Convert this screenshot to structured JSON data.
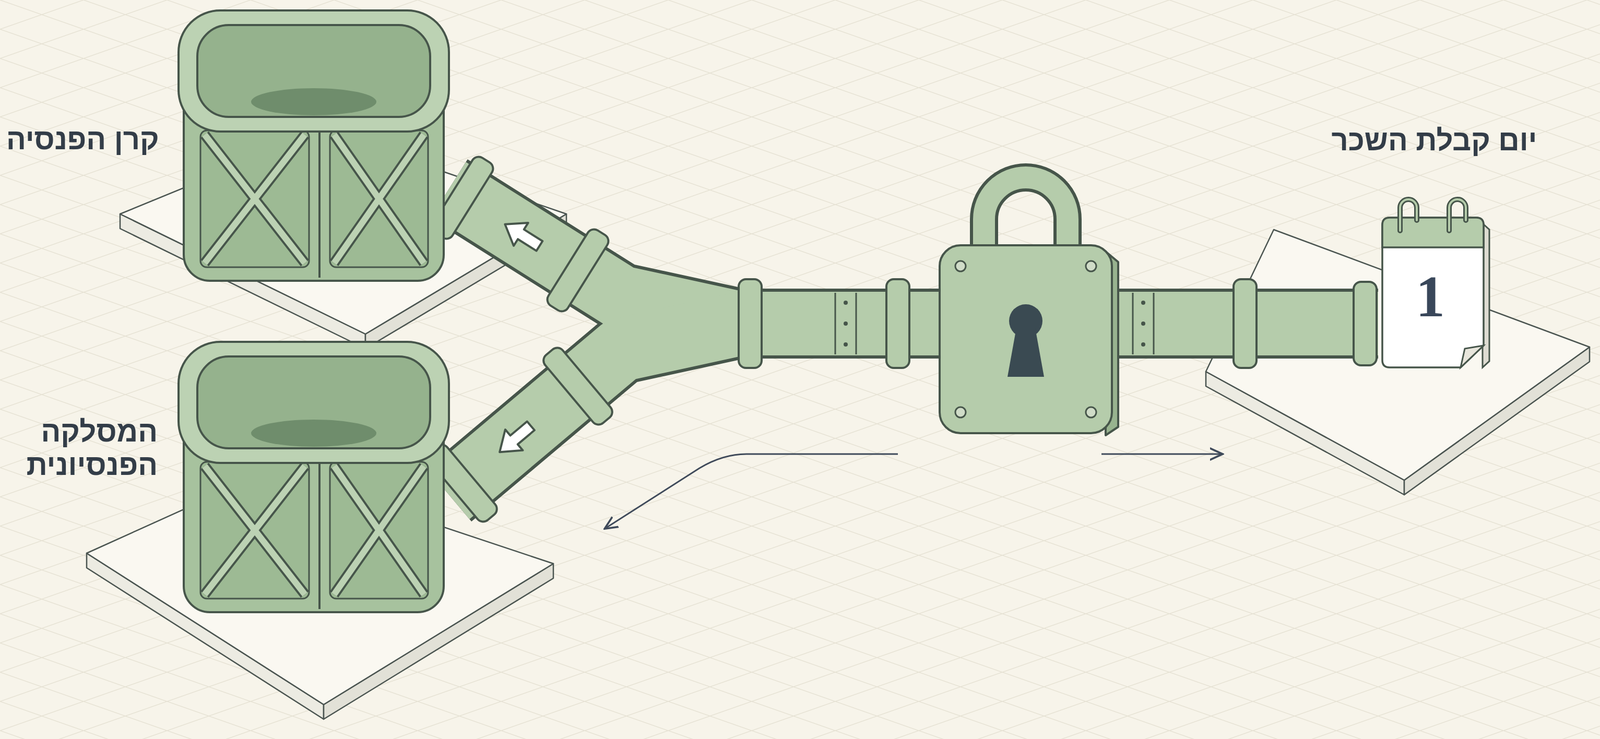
{
  "diagram": {
    "nodes": [
      {
        "text": [
          "קרן הפנסיה"
        ]
      },
      {
        "text": [
          "המסלקה הפנסיונית"
        ]
      },
      {
        "text": [
          "יום קבלת השכר",
          "1"
        ]
      }
    ],
    "edges": [
      {
        "from": 2,
        "to": 0,
        "arrow": "to"
      },
      {
        "from": 2,
        "to": 1,
        "arrow": "to"
      }
    ]
  }
}
